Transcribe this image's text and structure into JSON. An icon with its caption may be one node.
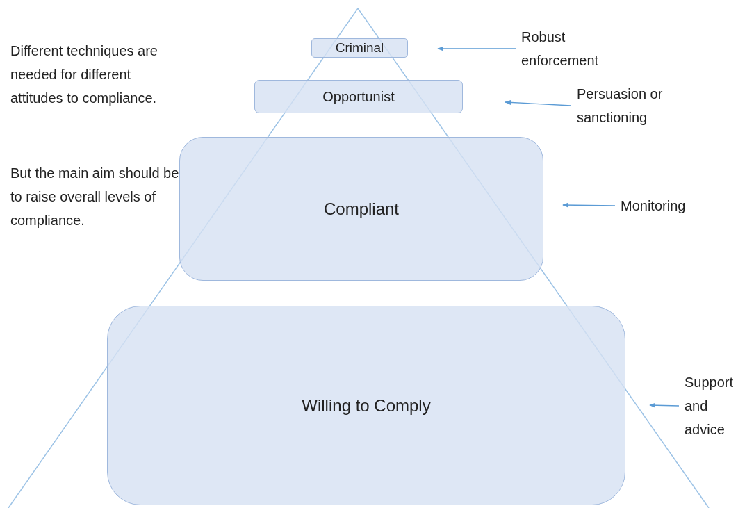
{
  "diagram": {
    "nodes": [
      {
        "text": [
          "Criminal"
        ]
      },
      {
        "text": [
          "Opportunist"
        ]
      },
      {
        "text": [
          "Compliant"
        ]
      },
      {
        "text": [
          "Willing to Comply"
        ]
      },
      {
        "text": [
          "Robust enforcement"
        ]
      },
      {
        "text": [
          "Persuasion or sanctioning"
        ]
      },
      {
        "text": [
          "Monitoring"
        ]
      },
      {
        "text": [
          "Support and advice"
        ]
      }
    ],
    "edges": [
      {
        "from": 4,
        "to": null,
        "arrow": "to"
      },
      {
        "from": 5,
        "to": null,
        "arrow": "to"
      },
      {
        "from": 6,
        "to": null,
        "arrow": "to"
      },
      {
        "from": 7,
        "to": null,
        "arrow": "to"
      }
    ],
    "labels": [
      "Different techniques are needed for different attitudes to compliance.",
      "But the main aim should be to raise overall levels of compliance."
    ]
  }
}
